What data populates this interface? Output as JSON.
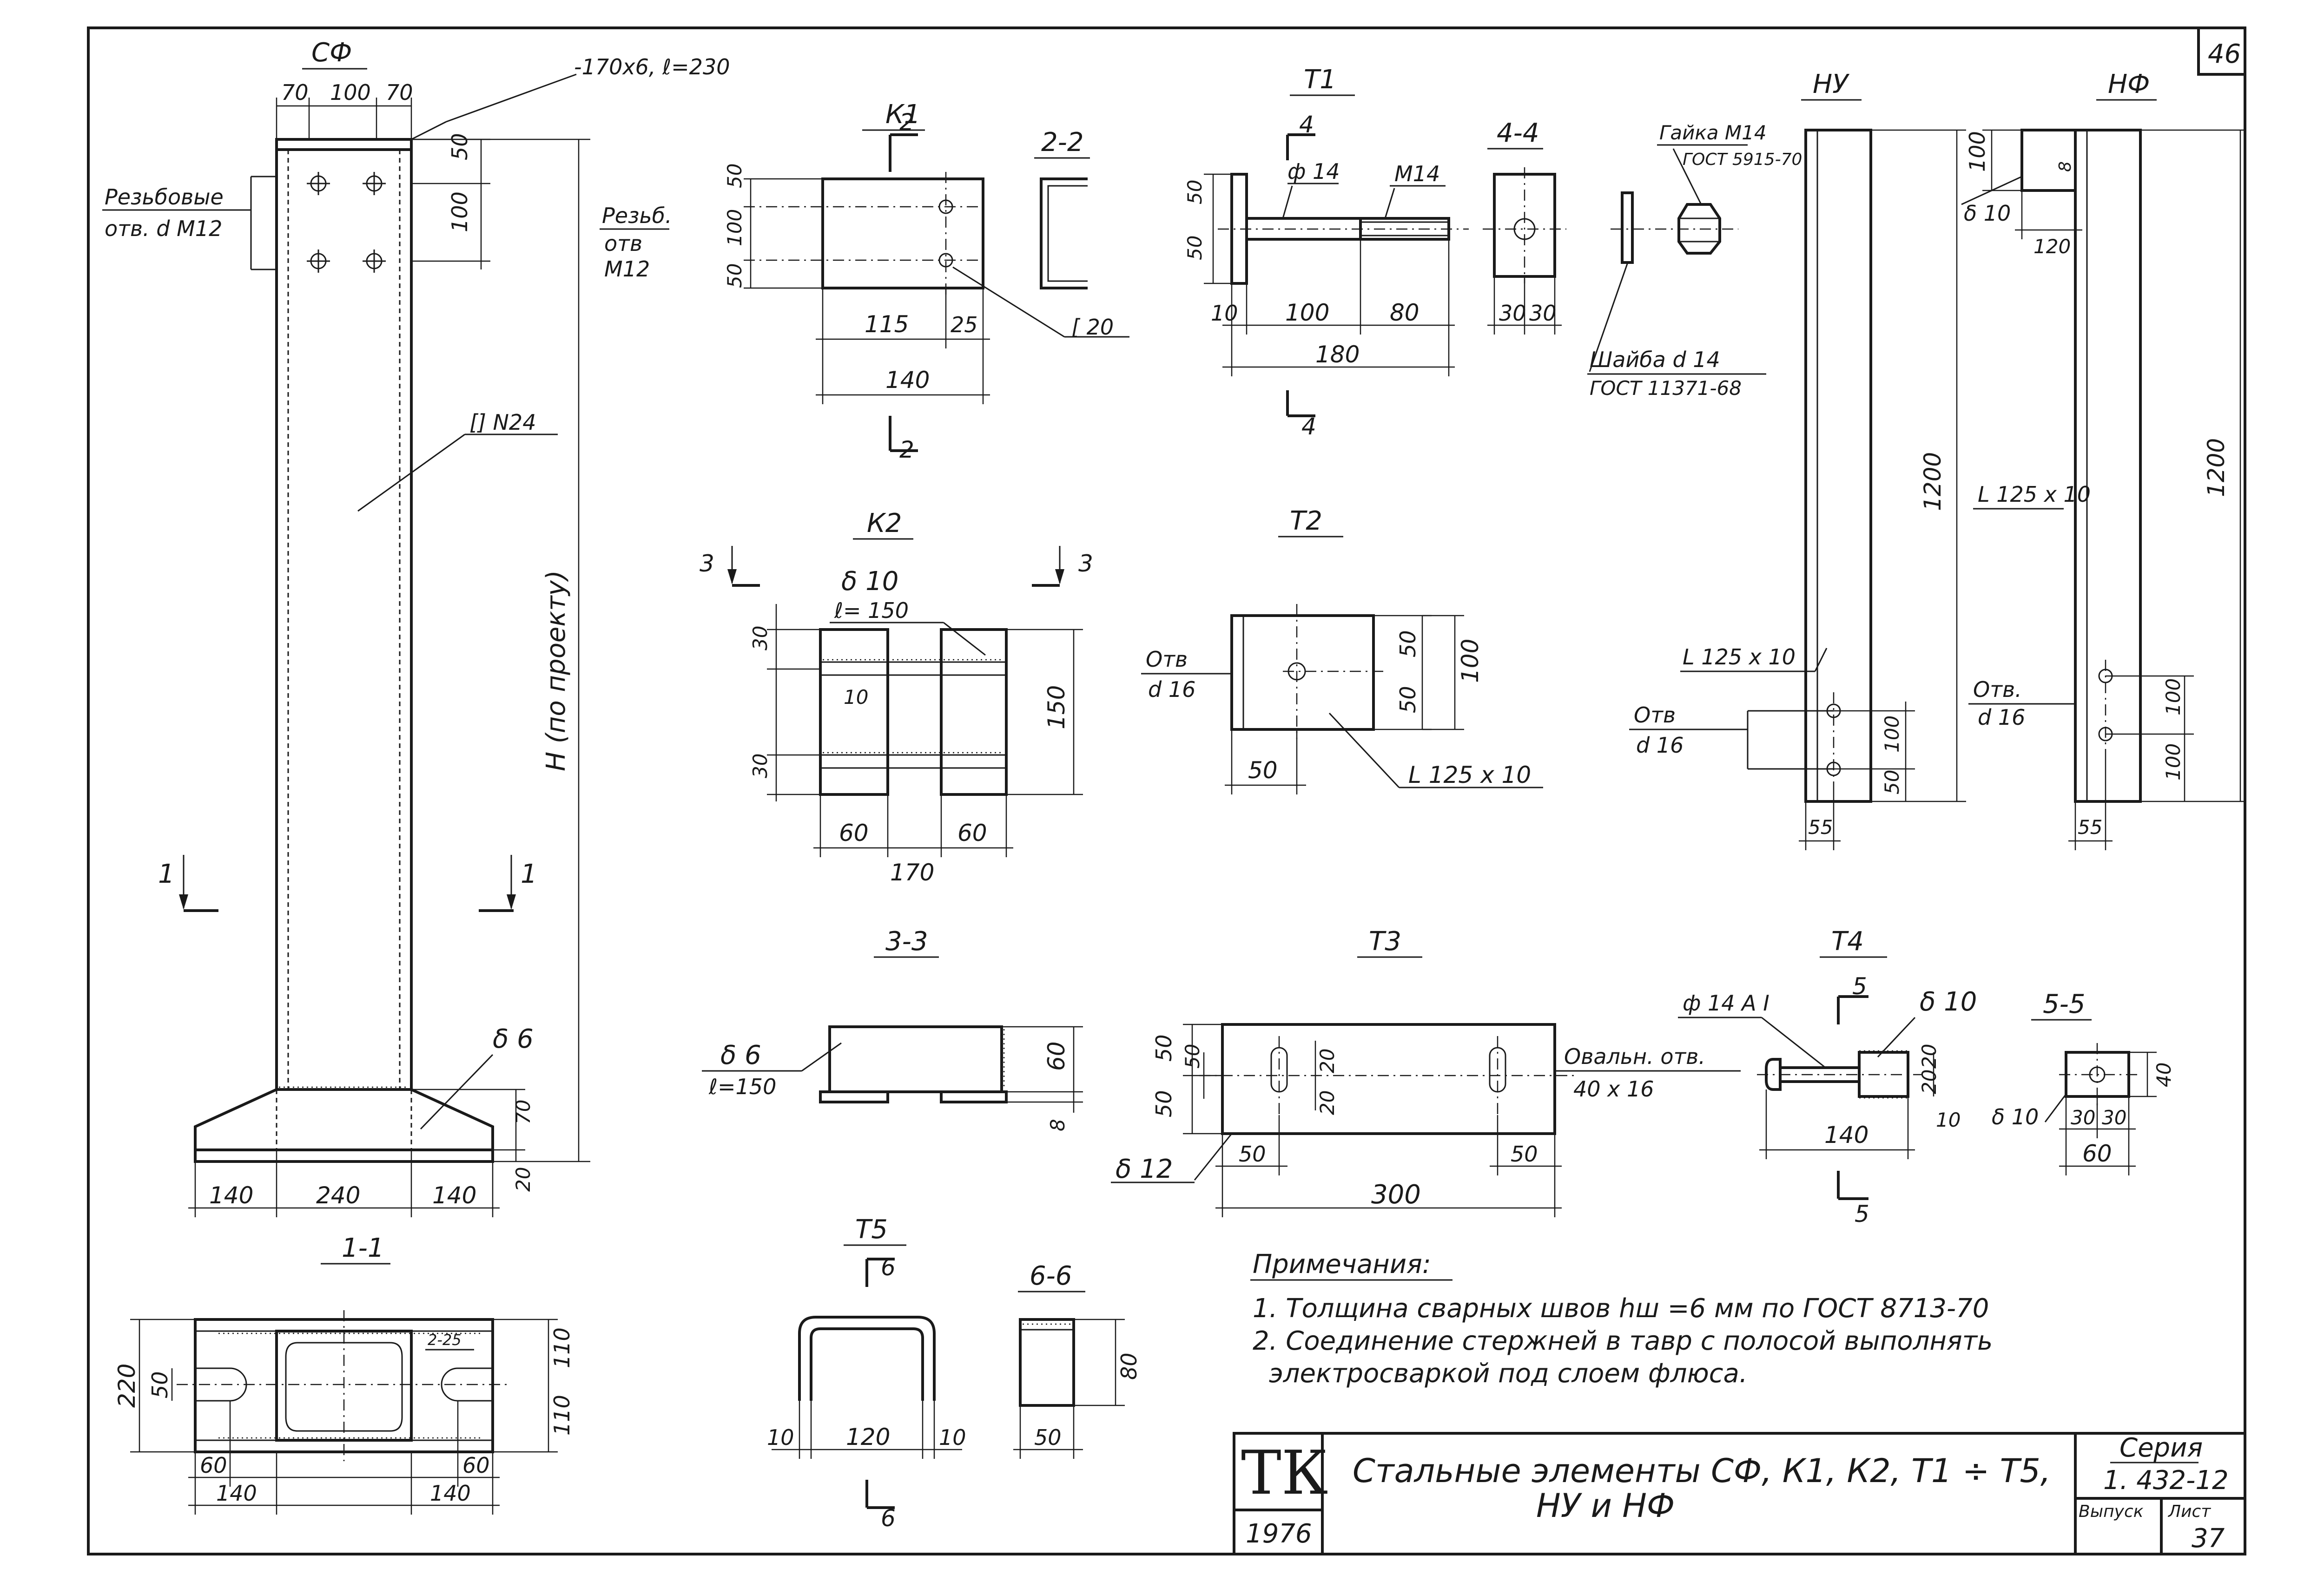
{
  "sheet_number": "46",
  "title_block": {
    "logo": "ТК",
    "year": "1976",
    "title_line1": "Стальные элементы СФ, К1, К2, Т1 ÷ Т5,",
    "title_line2": "НУ и НФ",
    "series_label": "Серия",
    "series_value": "1. 432-12",
    "issue_label": "Выпуск",
    "sheet_label": "Лист",
    "sheet_value": "37"
  },
  "notes": {
    "heading": "Примечания:",
    "line1": "1. Толщина сварных швов hш =6 мм по ГОСТ 8713-70",
    "line2": "2. Соединение стержней в тавр с полосой выполнять",
    "line3": "электросваркой под слоем флюса."
  },
  "sf": {
    "title": "СФ",
    "dim_70a": "70",
    "dim_100": "100",
    "dim_70b": "70",
    "plate_label": "-170х6, ℓ=230",
    "holes_label_1": "Резьбовые",
    "holes_label_2": "отв. d M12",
    "dim_50": "50",
    "dim_100v": "100",
    "channel_label": "[] N24",
    "height_label": "Н (по проекту)",
    "plate_thk": "δ 6",
    "dim_70v": "70",
    "dim_20": "20",
    "dim_140a": "140",
    "dim_240": "240",
    "dim_140b": "140",
    "cut_1": "1"
  },
  "sec11": {
    "title": "1-1",
    "dim_220": "220",
    "dim_50": "50",
    "dim_110a": "110",
    "dim_110b": "110",
    "slot": "2-25",
    "dim_60a": "60",
    "dim_60b": "60",
    "dim_140a": "140",
    "dim_140b": "140"
  },
  "k1": {
    "title": "К1",
    "cut": "2",
    "holes_1": "Резьб.",
    "holes_2": "отв",
    "holes_3": "М12",
    "dim_50a": "50",
    "dim_100": "100",
    "dim_50b": "50",
    "dim_115": "115",
    "dim_25": "25",
    "dim_140": "140",
    "channel": "[ 20"
  },
  "sec22": {
    "title": "2-2"
  },
  "k2": {
    "title": "К2",
    "cut": "3",
    "plate_thk": "δ 10",
    "plate_len": "ℓ= 150",
    "dim_10": "10",
    "dim_30a": "30",
    "dim_30b": "30",
    "dim_150": "150",
    "dim_60a": "60",
    "dim_60b": "60",
    "dim_170": "170"
  },
  "sec33": {
    "title": "3-3",
    "plate_thk": "δ 6",
    "plate_len": "ℓ=150",
    "dim_60": "60",
    "dim_8": "8"
  },
  "t1": {
    "title": "Т1",
    "cut": "4",
    "dia": "ф 14",
    "thread": "М14",
    "dim_50a": "50",
    "dim_50b": "50",
    "dim_10": "10",
    "dim_100": "100",
    "dim_80": "80",
    "dim_180": "180"
  },
  "sec44": {
    "title": "4-4",
    "dim_30a": "30",
    "dim_30b": "30",
    "nut_1": "Гайка М14",
    "nut_2": "ГОСТ 5915-70",
    "washer_1": "Шайба d 14",
    "washer_2": "ГОСТ 11371-68"
  },
  "t2": {
    "title": "Т2",
    "hole_1": "Отв",
    "hole_2": "d 16",
    "dim_50a": "50",
    "dim_50b": "50",
    "dim_100": "100",
    "dim_50c": "50",
    "angle": "L 125 х 10"
  },
  "t3": {
    "title": "Т3",
    "dim_50a": "50",
    "dim_50b": "50",
    "dim_20a": "20",
    "dim_20b": "20",
    "slot_1": "Овальн. отв.",
    "slot_2": "40 х 16",
    "plate_thk": "δ 12",
    "dim_50c": "50",
    "dim_50d": "50",
    "dim_300": "300"
  },
  "t4": {
    "title": "Т4",
    "cut": "5",
    "rod": "ф 14 А I",
    "plate_thk": "δ 10",
    "dim_20a": "20",
    "dim_20b": "20",
    "dim_10": "10",
    "dim_140": "140"
  },
  "sec55": {
    "title": "5-5",
    "dim_40": "40",
    "plate_thk": "δ 10",
    "dim_30a": "30",
    "dim_30b": "30",
    "dim_60": "60"
  },
  "t5": {
    "title": "Т5",
    "cut": "6",
    "dim_10a": "10",
    "dim_120": "120",
    "dim_10b": "10"
  },
  "sec66": {
    "title": "6-6",
    "dim_80": "80",
    "dim_50": "50"
  },
  "nu": {
    "title": "НУ",
    "dim_1200": "1200",
    "angle": "L 125 х 10",
    "hole_1": "Отв",
    "hole_2": "d 16",
    "dim_100": "100",
    "dim_50": "50",
    "dim_55": "55"
  },
  "nf": {
    "title": "НФ",
    "dim_100": "100",
    "dim_8": "8",
    "plate_thk": "δ 10",
    "dim_120": "120",
    "dim_1200": "1200",
    "angle": "L 125 х 10",
    "hole_1": "Отв.",
    "hole_2": "d 16",
    "dim_100a": "100",
    "dim_100b": "100",
    "dim_55": "55"
  }
}
